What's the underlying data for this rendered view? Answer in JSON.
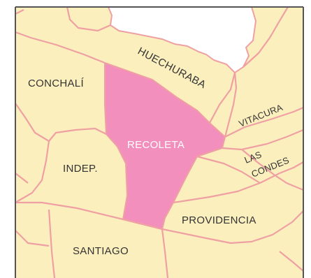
{
  "colors": {
    "land": "#fcefbe",
    "highlight": "#f28fbd",
    "border": "#eea0a3",
    "exterior": "#ffffff",
    "frame": "#555555",
    "text": "#333333",
    "highlight_text": "#ffffff"
  },
  "map": {
    "highlighted_commune": "Recoleta",
    "labels": {
      "recoleta": "RECOLETA",
      "conchali": "CONCHALÍ",
      "huechuraba": "HUECHURABA",
      "vitacura": "VITACURA",
      "las": "LAS",
      "condes": "CONDES",
      "indep": "INDEP.",
      "providencia": "PROVIDENCIA",
      "santiago": "SANTIAGO"
    }
  }
}
